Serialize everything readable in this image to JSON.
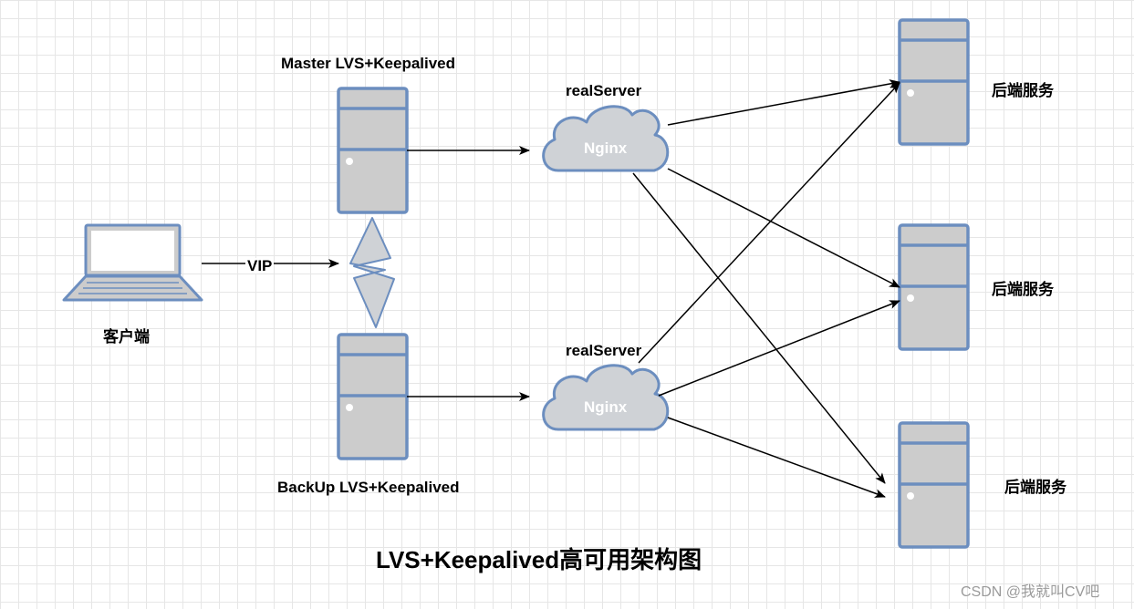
{
  "labels": {
    "master": "Master LVS+Keepalived",
    "backup": "BackUp LVS+Keepalived",
    "client": "客户端",
    "vip": "VIP",
    "real_server_top": "realServer",
    "real_server_bottom": "realServer",
    "nginx_top": "Nginx",
    "nginx_bottom": "Nginx",
    "backend_1": "后端服务",
    "backend_2": "后端服务",
    "backend_3": "后端服务"
  },
  "title": "LVS+Keepalived高可用架构图",
  "watermark": "CSDN @我就叫CV吧",
  "colors": {
    "server_fill": "#cccccc",
    "server_stroke": "#6c8ebf",
    "cloud_fill": "#cfd2d6",
    "cloud_stroke": "#6c8ebf",
    "arrow": "#000000"
  }
}
